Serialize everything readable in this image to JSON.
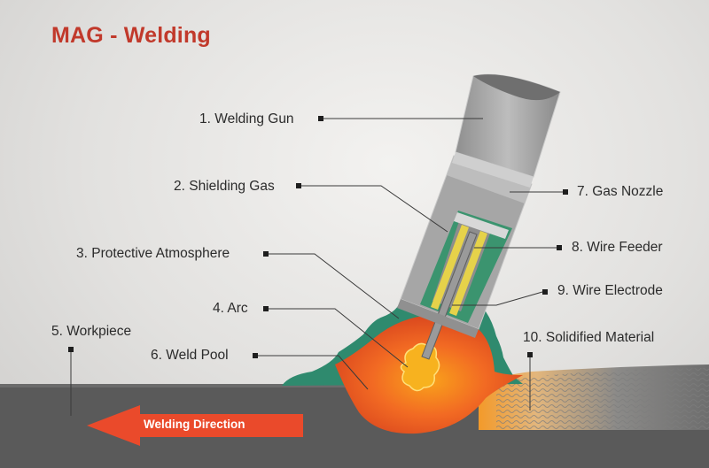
{
  "title": "MAG - Welding",
  "labels": {
    "welding_gun": "1. Welding Gun",
    "shielding_gas": "2. Shielding Gas",
    "protective_atmosphere": "3. Protective Atmosphere",
    "arc": "4. Arc",
    "workpiece": "5. Workpiece",
    "weld_pool": "6. Weld Pool",
    "gas_nozzle": "7. Gas Nozzle",
    "wire_feeder": "8. Wire Feeder",
    "wire_electrode": "9. Wire Electrode",
    "solidified_material": "10. Solidified Material"
  },
  "direction": "Welding Direction",
  "colors": {
    "title": "#c1392b",
    "gun": "#a9a9a9",
    "gas": "#2f8a6e",
    "weld_pool": "#f05a24",
    "arc": "#f7b21f",
    "workpiece": "#5b5b5b",
    "arrow": "#ea4a2b",
    "wire": "#e6d24a"
  }
}
